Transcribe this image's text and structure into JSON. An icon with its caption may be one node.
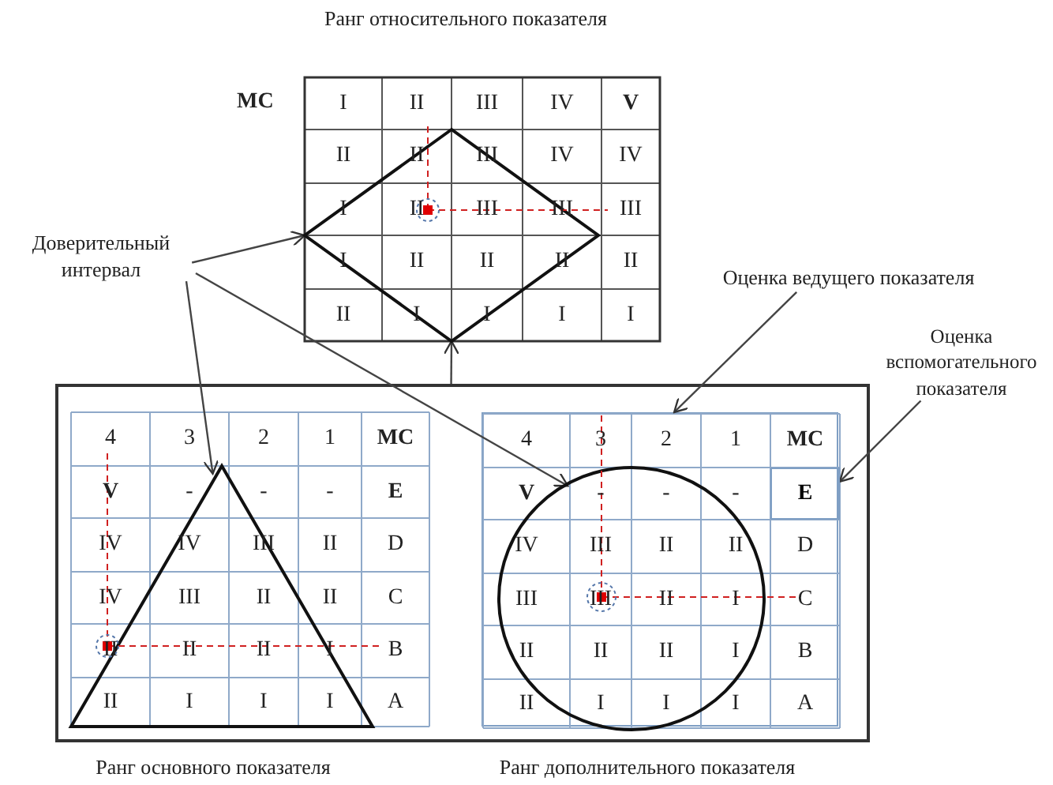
{
  "diagram": {
    "nodes": [
      {
        "text": [
          "Доверительный интервал"
        ]
      },
      {
        "text": [
          "Оценка ведущего показателя"
        ]
      },
      {
        "text": [
          "Оценка вспомогательного показателя"
        ]
      },
      {
        "text": [],
        "shape": "box"
      },
      {
        "text": [],
        "shape": "diamond"
      },
      {
        "text": [],
        "shape": "triangle",
        "in": 3
      },
      {
        "text": [],
        "shape": "circle",
        "in": 7
      },
      {
        "text": [],
        "shape": "box",
        "in": 3
      },
      {
        "text": [
          "E"
        ],
        "in": 7
      }
    ],
    "edges": [
      {
        "from": 0,
        "to": 4,
        "arrow": "to"
      },
      {
        "from": 0,
        "to": 5,
        "arrow": "to"
      },
      {
        "from": 0,
        "to": 6,
        "arrow": "to"
      },
      {
        "from": 1,
        "to": 7,
        "arrow": "to"
      },
      {
        "from": 2,
        "to": 8,
        "arrow": "to"
      },
      {
        "from": 3,
        "to": 4,
        "arrow": "to"
      }
    ],
    "labels": [
      "Ранг относительного показателя",
      "МС",
      "I",
      "II",
      "III",
      "IV",
      "V",
      "II",
      "II",
      "III",
      "IV",
      "IV",
      "I",
      "II",
      "III",
      "III",
      "III",
      "I",
      "II",
      "II",
      "II",
      "II",
      "II",
      "I",
      "I",
      "I",
      "I",
      "4",
      "3",
      "2",
      "1",
      "МС",
      "V",
      "-",
      "-",
      "-",
      "E",
      "IV",
      "IV",
      "III",
      "II",
      "D",
      "IV",
      "III",
      "II",
      "II",
      "C",
      "II",
      "II",
      "II",
      "I",
      "B",
      "II",
      "I",
      "I",
      "I",
      "A",
      "4",
      "3",
      "2",
      "1",
      "МС",
      "V",
      "-",
      "-",
      "-",
      "IV",
      "III",
      "II",
      "II",
      "D",
      "III",
      "III",
      "II",
      "I",
      "C",
      "II",
      "II",
      "II",
      "I",
      "B",
      "II",
      "I",
      "I",
      "I",
      "A",
      "Ранг основного показателя",
      "Ранг дополнительного показателя"
    ]
  }
}
